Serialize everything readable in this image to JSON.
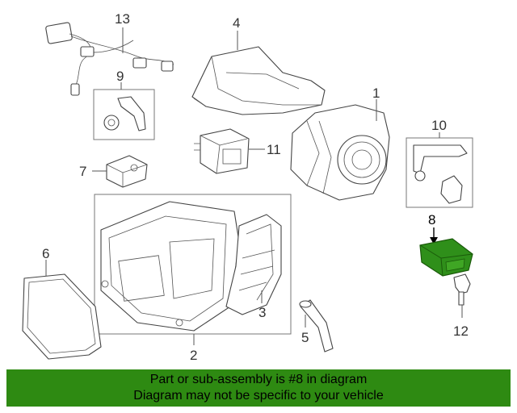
{
  "callouts": {
    "c1": "1",
    "c2": "2",
    "c3": "3",
    "c4": "4",
    "c5": "5",
    "c6": "6",
    "c7": "7",
    "c8": "8",
    "c9": "9",
    "c10": "10",
    "c11": "11",
    "c12": "12",
    "c13": "13"
  },
  "highlighted_part": "8",
  "colors": {
    "banner": "#2e8a12",
    "highlight_part": "#2f8f1a"
  },
  "banner": {
    "line1": "Part or sub-assembly is #8 in diagram",
    "line2": "Diagram may not be specific to your vehicle"
  }
}
